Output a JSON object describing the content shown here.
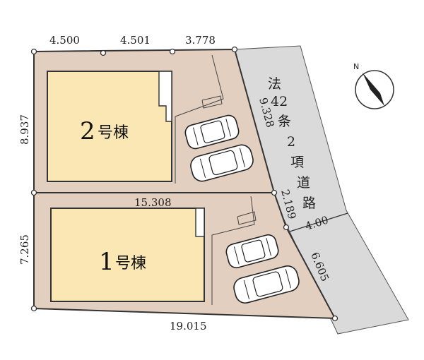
{
  "colors": {
    "lot": "#e3cfbf",
    "building": "#fbe7b4",
    "road": "#dadada",
    "line": "#333333"
  },
  "buildings": [
    {
      "number": "2",
      "suffix": "号棟"
    },
    {
      "number": "1",
      "suffix": "号棟"
    }
  ],
  "dimensions": {
    "top_1": "4.500",
    "top_2": "4.501",
    "top_3": "3.778",
    "left_upper": "8.937",
    "left_lower": "7.265",
    "middle": "15.308",
    "bottom": "19.015",
    "right_upper": "9.328",
    "right_mid": "2.189",
    "right_lower": "6.605",
    "road_width": "4.00"
  },
  "road_label": [
    "法",
    "42",
    "条",
    "2",
    "項",
    "道",
    "路"
  ],
  "north_label": "N"
}
